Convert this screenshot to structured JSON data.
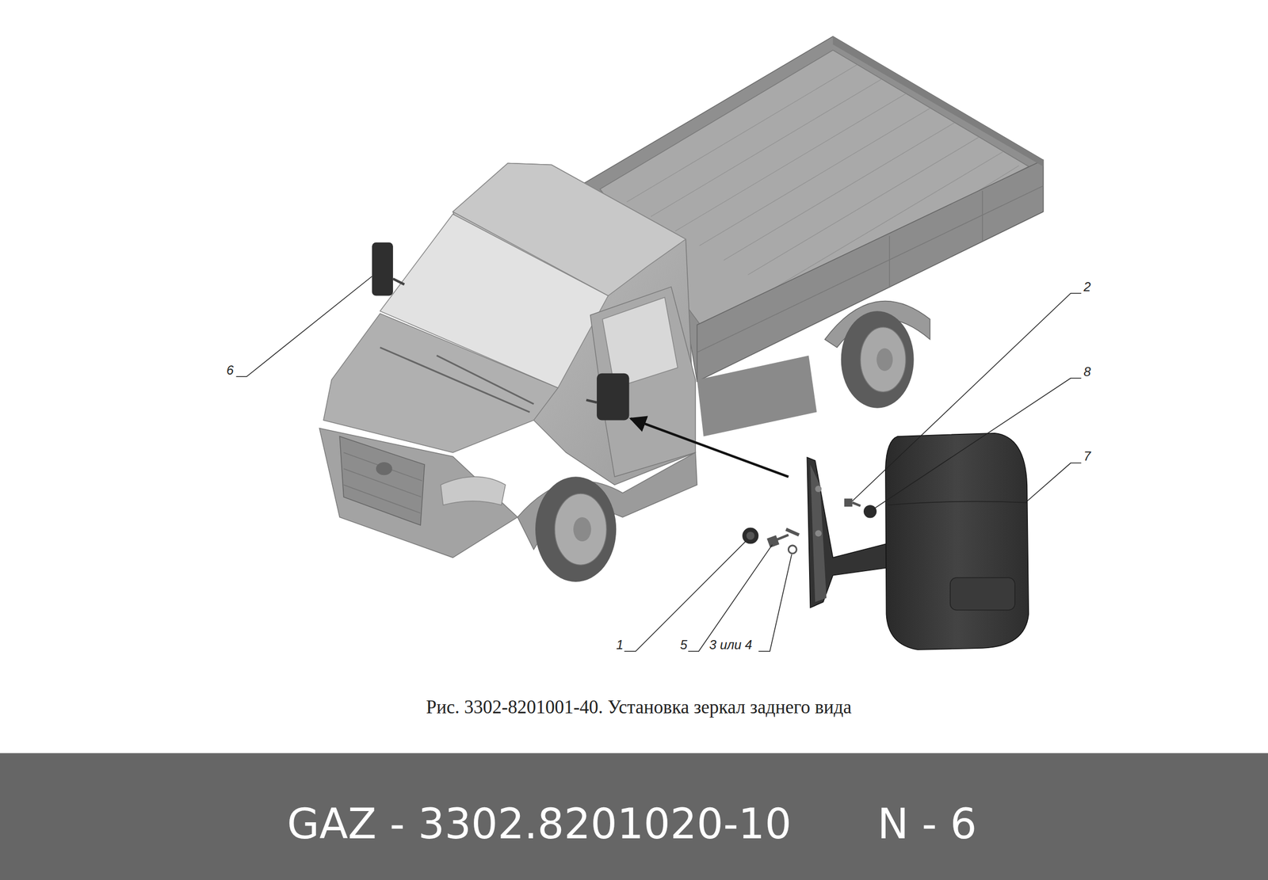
{
  "diagram": {
    "caption": "Рис. 3302-8201001-40. Установка зеркал заднего вида",
    "labels": [
      "6",
      "2",
      "8",
      "7",
      "1",
      "5",
      "3 или 4",
      "GAZ - 3302.8201020-10",
      "N - 6"
    ]
  }
}
